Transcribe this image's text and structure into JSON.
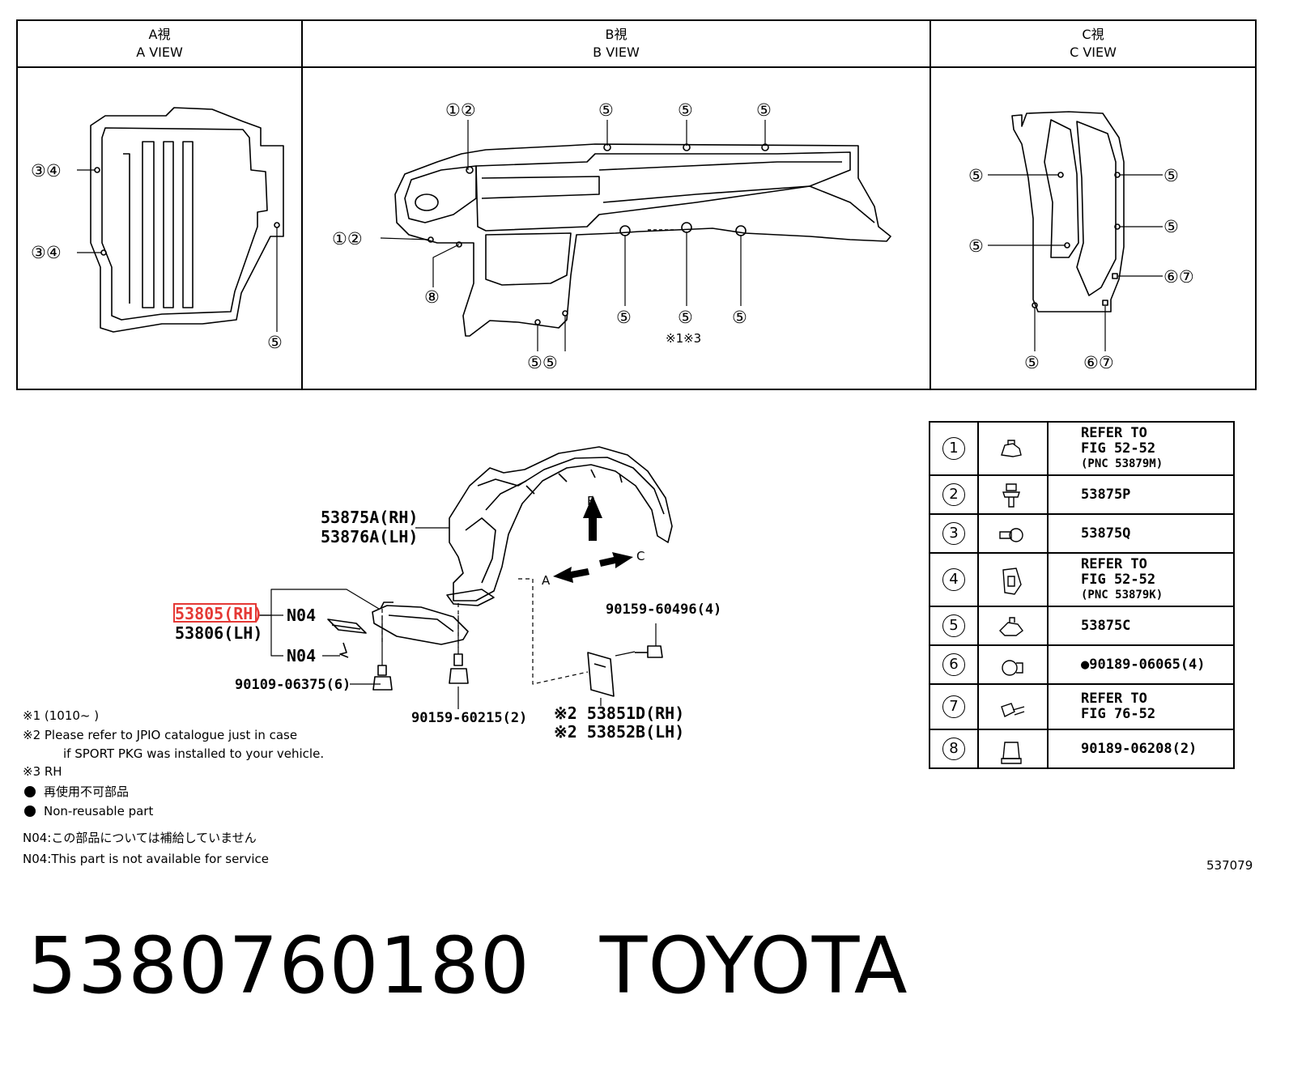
{
  "views": [
    {
      "jp": "A視",
      "en": "A VIEW"
    },
    {
      "jp": "B視",
      "en": "B VIEW"
    },
    {
      "jp": "C視",
      "en": "C VIEW"
    }
  ],
  "markers": {
    "a": [
      "③④",
      "③④",
      "⑤"
    ],
    "b": [
      "①②",
      "⑤",
      "⑤",
      "⑤",
      "①②",
      "⑧",
      "⑤",
      "⑤",
      "⑤",
      "⑤⑤"
    ],
    "c": [
      "⑤",
      "⑤",
      "⑤",
      "⑤",
      "⑥⑦",
      "⑤",
      "⑥⑦"
    ]
  },
  "b_note": "※1※3",
  "main": {
    "liner_rh": "53875A(RH)",
    "liner_lh": "53876A(LH)",
    "shield_rh": "53805(RH)",
    "shield_lh": "53806(LH)",
    "n04_a": "N04",
    "n04_b": "N04",
    "bolt1": "90109-06375(6)",
    "bolt2": "90159-60215(2)",
    "bolt3": "90159-60496(4)",
    "seal_rh": "※2 53851D(RH)",
    "seal_lh": "※2 53852B(LH)",
    "arrow_a": "A",
    "arrow_b": "B",
    "arrow_c": "C"
  },
  "notes": {
    "n1": "※1 (1010~        )",
    "n2a": "※2 Please refer to JPIO catalogue just in case",
    "n2b": "if SPORT PKG was installed to your vehicle.",
    "n3": "※3 RH",
    "n4": "再使用不可部品",
    "n5": "Non-reusable part",
    "n6": "N04:この部品については補給していません",
    "n7": "N04:This part is not available for service"
  },
  "legend": [
    {
      "num": "1",
      "lines": [
        "REFER TO",
        "FIG 52-52"
      ],
      "sub": "(PNC 53879M)"
    },
    {
      "num": "2",
      "lines": [
        "53875P"
      ],
      "sub": ""
    },
    {
      "num": "3",
      "lines": [
        "53875Q"
      ],
      "sub": ""
    },
    {
      "num": "4",
      "lines": [
        "REFER TO",
        "FIG 52-52"
      ],
      "sub": "(PNC 53879K)"
    },
    {
      "num": "5",
      "lines": [
        "53875C"
      ],
      "sub": ""
    },
    {
      "num": "6",
      "lines": [
        "●90189-06065(4)"
      ],
      "sub": ""
    },
    {
      "num": "7",
      "lines": [
        "REFER TO",
        "FIG 76-52"
      ],
      "sub": ""
    },
    {
      "num": "8",
      "lines": [
        "90189-06208(2)"
      ],
      "sub": ""
    }
  ],
  "ref_code": "537079",
  "part_number": "5380760180",
  "brand": "TOYOTA",
  "colors": {
    "highlight": "#e53935",
    "ink": "#000000"
  }
}
